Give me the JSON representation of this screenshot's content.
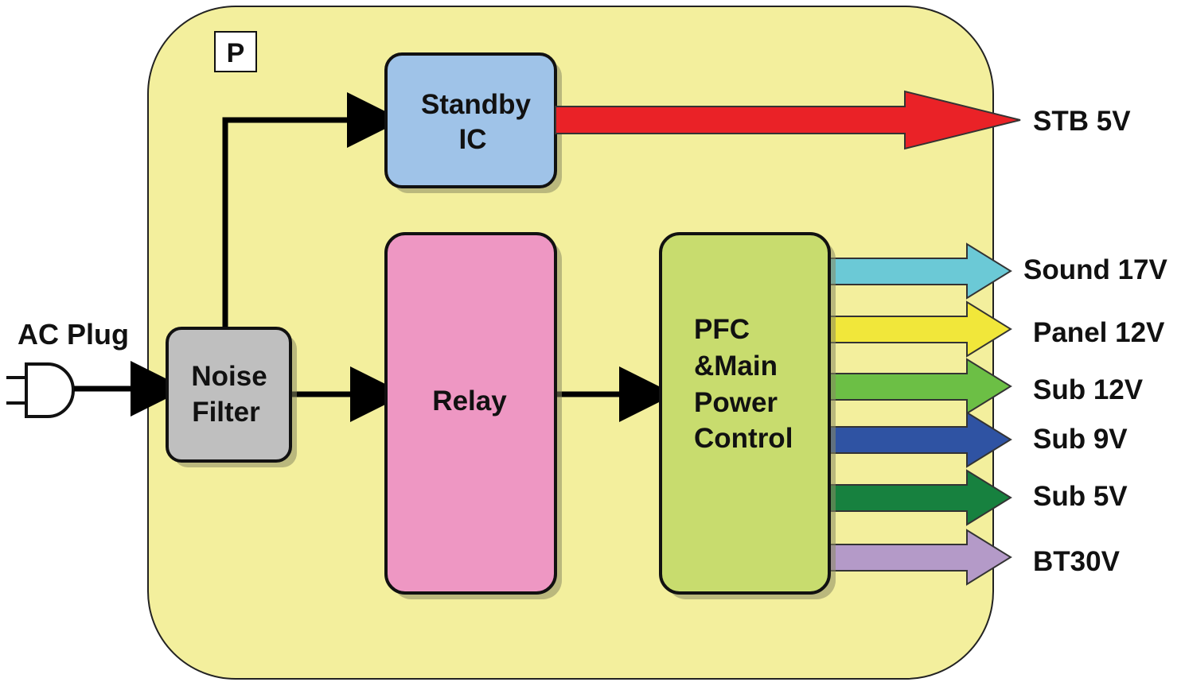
{
  "board": {
    "label": "P",
    "fill": "#f3ef9d"
  },
  "input": {
    "label": "AC Plug"
  },
  "blocks": {
    "noise_filter": {
      "lines": [
        "Noise",
        "Filter"
      ],
      "fill": "#bfbfbf"
    },
    "standby_ic": {
      "lines": [
        "Standby",
        "IC"
      ],
      "fill": "#9fc3e8"
    },
    "relay": {
      "lines": [
        "Relay"
      ],
      "fill": "#ee97c3"
    },
    "pfc": {
      "lines": [
        "PFC",
        "&Main",
        "Power",
        "Control"
      ],
      "fill": "#c8dc6e"
    }
  },
  "outputs": {
    "stb": {
      "label": "STB 5V",
      "color": "#ea2227"
    },
    "sound": {
      "label": "Sound 17V",
      "color": "#6bc9d6"
    },
    "panel": {
      "label": "Panel 12V",
      "color": "#f1e73a"
    },
    "sub12": {
      "label": "Sub 12V",
      "color": "#6cbf45"
    },
    "sub9": {
      "label": "Sub 9V",
      "color": "#2f53a3"
    },
    "sub5": {
      "label": "Sub 5V",
      "color": "#17813f"
    },
    "bt30": {
      "label": "BT30V",
      "color": "#b49ac8"
    }
  }
}
